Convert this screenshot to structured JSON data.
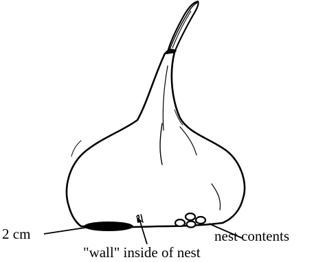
{
  "labels": {
    "scale": "2 cm",
    "nest_contents": "nest contents",
    "wall": "\"wall\" inside of nest"
  },
  "colors": {
    "ink": "#000000",
    "fill": "#ffffff"
  }
}
